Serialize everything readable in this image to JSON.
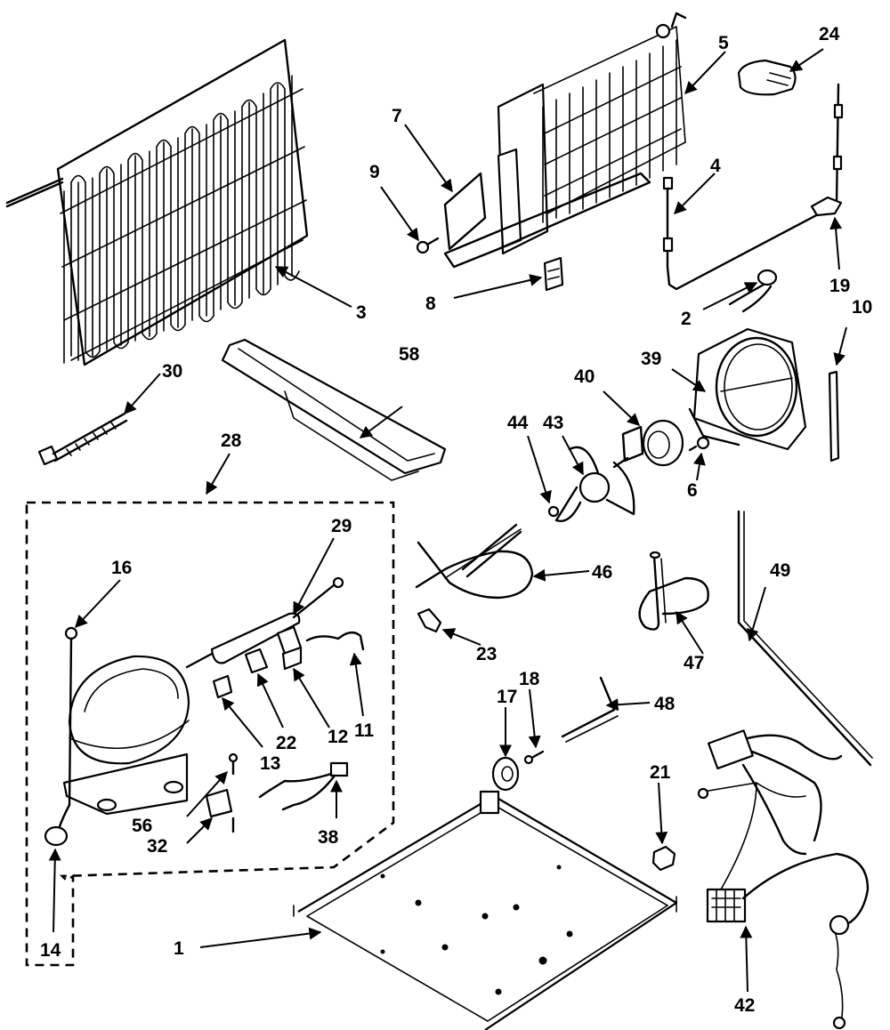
{
  "diagram": {
    "callouts": {
      "p1": "1",
      "p2": "2",
      "p3": "3",
      "p4": "4",
      "p5": "5",
      "p6": "6",
      "p7": "7",
      "p8": "8",
      "p9": "9",
      "p10": "10",
      "p11": "11",
      "p12": "12",
      "p13": "13",
      "p14": "14",
      "p16": "16",
      "p17": "17",
      "p18": "18",
      "p19": "19",
      "p21": "21",
      "p22": "22",
      "p23": "23",
      "p24": "24",
      "p28": "28",
      "p29": "29",
      "p30": "30",
      "p32": "32",
      "p38": "38",
      "p39": "39",
      "p40": "40",
      "p42": "42",
      "p43": "43",
      "p44": "44",
      "p46": "46",
      "p47": "47",
      "p48": "48",
      "p49": "49",
      "p56": "56",
      "p58": "58"
    }
  }
}
